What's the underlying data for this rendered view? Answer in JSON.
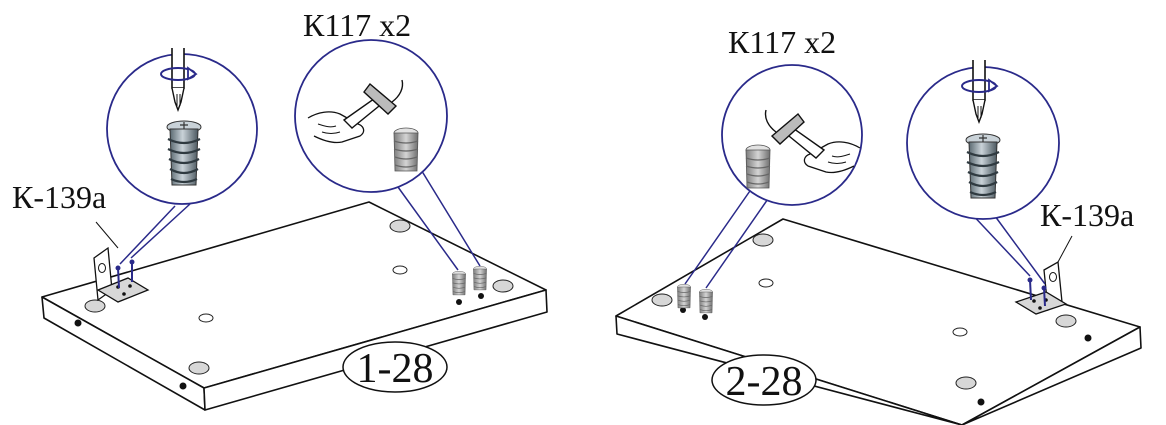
{
  "assembly_steps": [
    {
      "part_label": "1-28",
      "left_callout": "К-139а",
      "right_callout": "К117 х2"
    },
    {
      "part_label": "2-28",
      "left_callout": "К117 х2",
      "right_callout": "К-139а"
    }
  ],
  "icons": {
    "screwdriver": "screwdriver-icon",
    "cam_nut": "threaded-insert-icon",
    "hammer": "hammer-icon",
    "dowel": "dowel-icon",
    "bracket": "corner-bracket-icon"
  },
  "colors": {
    "outline": "#111111",
    "leader_lines": "#2a2a8a",
    "hole_fill": "#d7d7d7",
    "metal": "#9aa3ab"
  }
}
